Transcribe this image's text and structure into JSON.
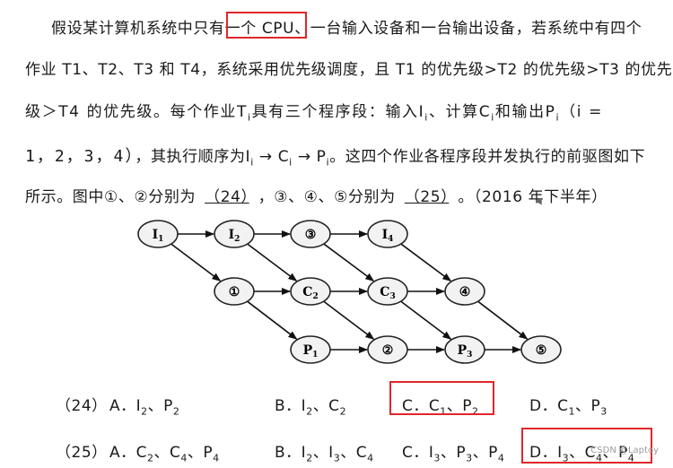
{
  "problem": {
    "line1_a": "假设某计算机系统中只有",
    "line1_box": "一个 CPU",
    "line1_b": "、一台输入设备和一台输出设备，若系统中有四个",
    "line2": "作业 T1、T2、T3 和 T4，系统采用优先级调度，且 T1 的优先级>T2 的优先级>T3 的优先",
    "line3_a": "级＞T4  的优先级。每个作业T",
    "line3_sub": "i",
    "line3_b": "具有三个程序段：输入I",
    "line3_c": "、计算C",
    "line3_d": "和输出P",
    "line3_e": "（i =",
    "line4_a": "1，2，3，4）",
    "line4_b": "，其执行顺序为I",
    "line4_c": " → C",
    "line4_d": " → P",
    "line4_e": "。这四个作业各程序段并发执行的前驱图如下",
    "line5_a": "所示。图中①、②分别为",
    "blank1": "（24）",
    "line5_b": "，③、④、⑤分别为",
    "blank2": "（25）",
    "line5_c": "。（2016 年下半年）"
  },
  "diagram": {
    "nodes": [
      {
        "id": "I1",
        "label": "I",
        "sub": "1"
      },
      {
        "id": "I2",
        "label": "I",
        "sub": "2"
      },
      {
        "id": "n3",
        "label": "③",
        "sub": ""
      },
      {
        "id": "I4",
        "label": "I",
        "sub": "4"
      },
      {
        "id": "n1",
        "label": "①",
        "sub": ""
      },
      {
        "id": "C2",
        "label": "C",
        "sub": "2"
      },
      {
        "id": "C3",
        "label": "C",
        "sub": "3"
      },
      {
        "id": "n4",
        "label": "④",
        "sub": ""
      },
      {
        "id": "P1",
        "label": "P",
        "sub": "1"
      },
      {
        "id": "n2",
        "label": "②",
        "sub": ""
      },
      {
        "id": "P3",
        "label": "P",
        "sub": "3"
      },
      {
        "id": "n5",
        "label": "⑤",
        "sub": ""
      }
    ],
    "edges": [
      [
        "I1",
        "I2"
      ],
      [
        "I2",
        "n3"
      ],
      [
        "n3",
        "I4"
      ],
      [
        "n1",
        "C2"
      ],
      [
        "C2",
        "C3"
      ],
      [
        "C3",
        "n4"
      ],
      [
        "P1",
        "n2"
      ],
      [
        "n2",
        "P3"
      ],
      [
        "P3",
        "n5"
      ],
      [
        "I1",
        "n1"
      ],
      [
        "I2",
        "C2"
      ],
      [
        "n3",
        "C3"
      ],
      [
        "I4",
        "n4"
      ],
      [
        "n1",
        "P1"
      ],
      [
        "C2",
        "n2"
      ],
      [
        "C3",
        "P3"
      ],
      [
        "n4",
        "n5"
      ]
    ]
  },
  "q24": {
    "num": "（24）",
    "A": "A．I",
    "A_s1": "2",
    "A_m": "、P",
    "A_s2": "2",
    "B": "B．I",
    "B_s1": "2",
    "B_m": "、C",
    "B_s2": "2",
    "C": "C．C",
    "C_s1": "1",
    "C_m": "、P",
    "C_s2": "2",
    "D": "D．C",
    "D_s1": "1",
    "D_m": "、P",
    "D_s2": "3"
  },
  "q25": {
    "num": "（25）",
    "A": "A．C",
    "A_s1": "2",
    "A_m1": "、C",
    "A_s2": "4",
    "A_m2": "、P",
    "A_s3": "4",
    "B": "B．I",
    "B_s1": "2",
    "B_m1": "、I",
    "B_s2": "3",
    "B_m2": "、C",
    "B_s3": "4",
    "C": "C．I",
    "C_s1": "3",
    "C_m1": "、P",
    "C_s2": "3",
    "C_m2": "、P",
    "C_s3": "4",
    "D": "D．I",
    "D_s1": "3",
    "D_m1": "、C",
    "D_s2": "4",
    "D_m2": "、P",
    "D_s3": "4"
  },
  "watermark": "CSDN @Laptoy",
  "colors": {
    "highlight": "#e0262b",
    "node_fill": "#f2f2f2"
  }
}
